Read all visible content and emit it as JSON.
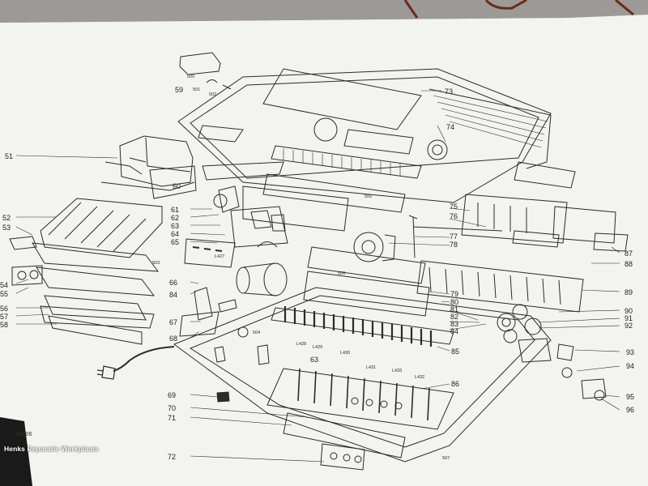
{
  "watermark": "Henks Reparatie Werkplaats",
  "drawing_number": "50106",
  "colors": {
    "paper": "#f4f4f2",
    "ink": "#2b2b2b",
    "table": "#b8b6b2",
    "wire": "#7a2a1a"
  },
  "callouts": {
    "c59": "59",
    "c500": "500",
    "c501": "501",
    "c502": "502",
    "c73": "73",
    "c74": "74",
    "c51": "51",
    "c60": "60",
    "c505": "505",
    "c75": "75",
    "c76": "76",
    "c61": "61",
    "c62": "62",
    "c63": "63",
    "c64": "64",
    "c65": "65",
    "c52": "52",
    "c53": "53",
    "c503": "503",
    "c427": "L427",
    "c506": "506",
    "c77": "77",
    "c78": "78",
    "c87": "87",
    "c88": "88",
    "c54": "54",
    "c55": "55",
    "c66": "66",
    "c84a": "84",
    "c79": "79",
    "c89": "89",
    "c56": "56",
    "c57": "57",
    "c58": "58",
    "c80": "80",
    "c81": "81",
    "c82": "82",
    "c83": "83",
    "c84b": "84",
    "c90": "90",
    "c91": "91",
    "c92": "92",
    "c67": "67",
    "c68": "68",
    "c504": "504",
    "cL428": "L428",
    "cL429": "L429",
    "cL430": "L430",
    "cL431": "L431",
    "cL433": "L433",
    "cL432": "L432",
    "c85": "85",
    "c93": "93",
    "c94": "94",
    "c86": "86",
    "c63b": "63",
    "c69": "69",
    "c70": "70",
    "c71": "71",
    "c95": "95",
    "c96": "96",
    "c72": "72",
    "c507": "507"
  }
}
